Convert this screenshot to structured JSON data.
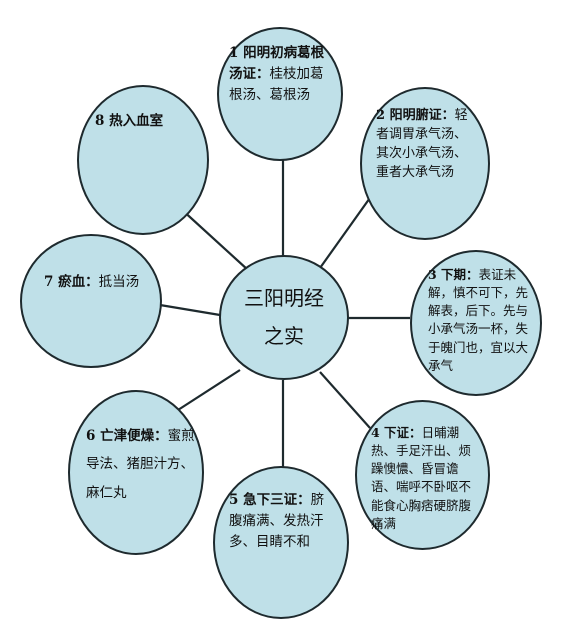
{
  "center": {
    "line1": "三阳明经",
    "line2": "之实"
  },
  "nodes": [
    {
      "id": "n1",
      "bold": "1 阳明初病葛根汤证：",
      "text": "桂枝加葛根汤、葛根汤"
    },
    {
      "id": "n2",
      "bold": "2 阳明腑证：",
      "text": "轻者调胃承气汤、其次小承气汤、重者大承气汤"
    },
    {
      "id": "n3",
      "bold": "3 下期：",
      "text": "表证未解，慎不可下，先解表，后下。先与小承气汤一杯，失于魄门也，宜以大承气"
    },
    {
      "id": "n4",
      "bold": "4 下证：",
      "text": "日晡潮热、手足汗出、烦躁懊憹、昏冒谵语、喘呼不卧呕不能食心胸痞硬脐腹痛满"
    },
    {
      "id": "n5",
      "bold": "5 急下三证：",
      "text": "脐腹痛满、发热汗多、目睛不和"
    },
    {
      "id": "n6",
      "bold": "6 亡津便燥：",
      "text": "蜜煎导法、猪胆汁方、麻仁丸"
    },
    {
      "id": "n7",
      "bold": "7 瘀血：",
      "text": "抵当汤"
    },
    {
      "id": "n8",
      "bold": "8 热入血室",
      "text": ""
    }
  ]
}
